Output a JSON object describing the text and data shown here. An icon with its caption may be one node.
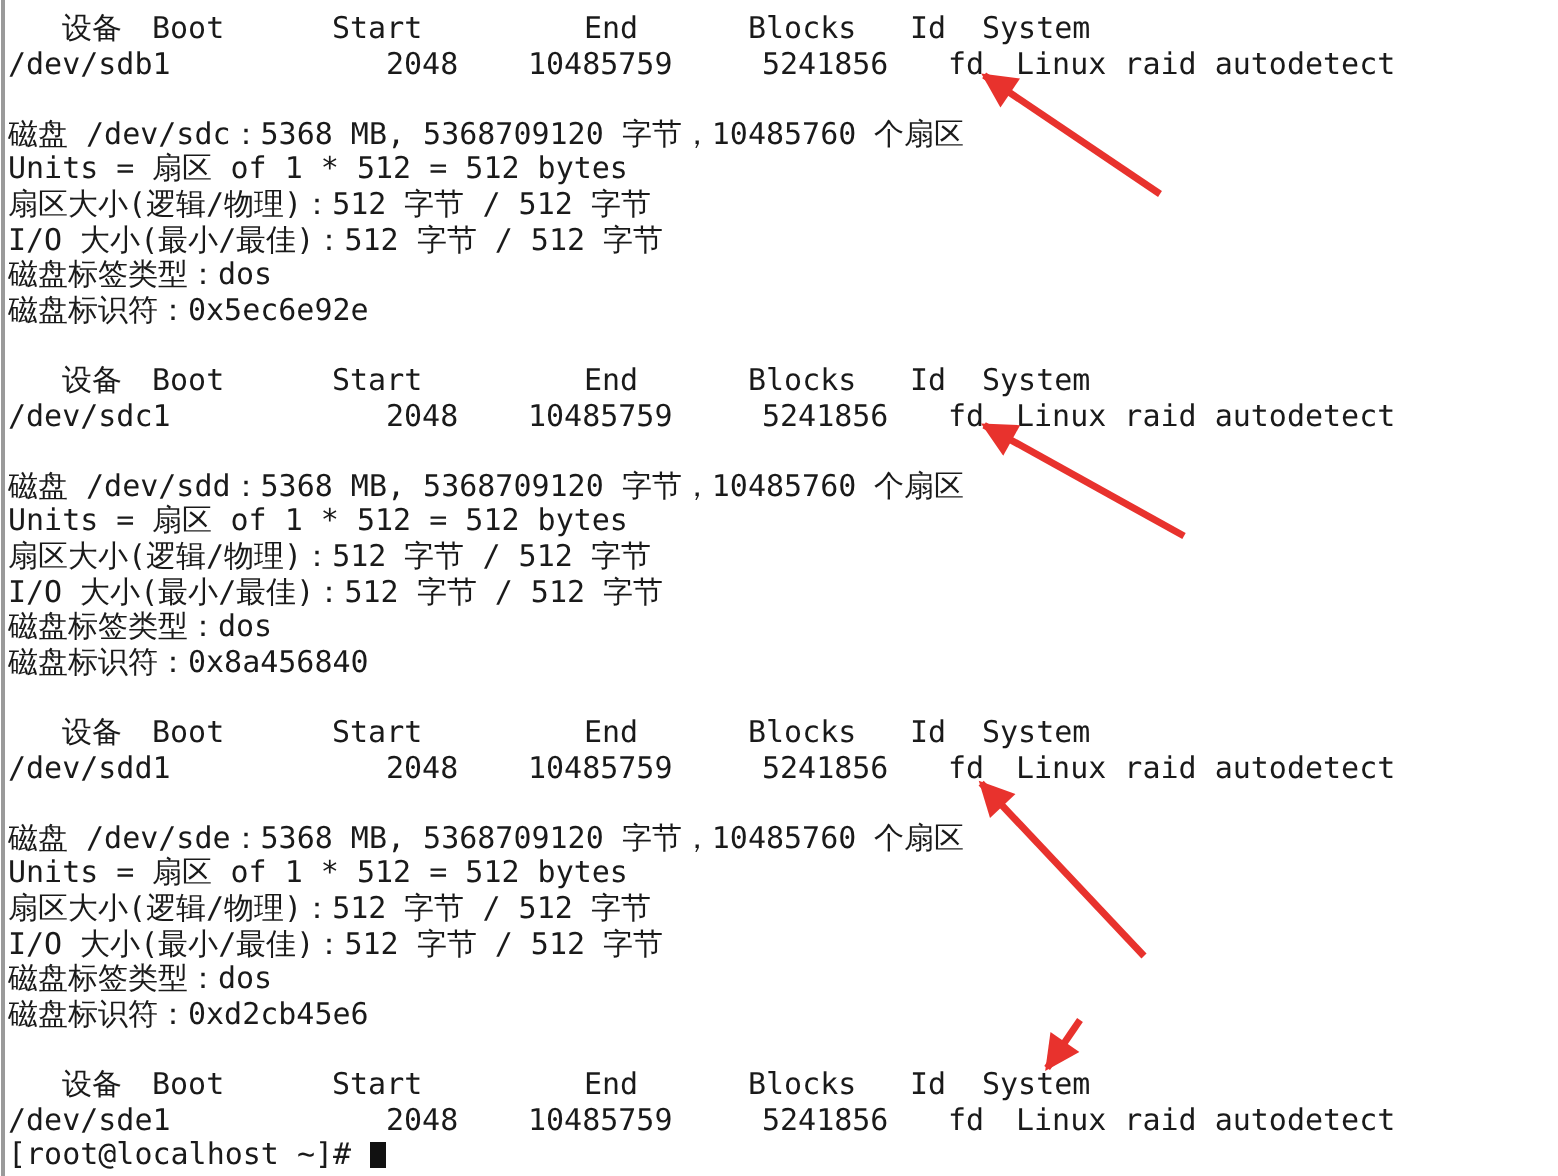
{
  "diagram": {
    "nodes": [
      {
        "text": [
          "fd"
        ]
      },
      {
        "text": [
          "fd"
        ]
      },
      {
        "text": [
          "fd"
        ]
      },
      {
        "text": [
          "System"
        ]
      }
    ],
    "edges": [
      {
        "from": null,
        "to": 0,
        "arrow": "to"
      },
      {
        "from": null,
        "to": 1,
        "arrow": "to"
      },
      {
        "from": null,
        "to": 2,
        "arrow": "to"
      },
      {
        "from": null,
        "to": 3,
        "arrow": "to"
      }
    ],
    "labels": [
      "设备",
      "Boot",
      "Start",
      "End",
      "Blocks",
      "Id",
      "System",
      "/dev/sdb1",
      "2048",
      "10485759",
      "5241856",
      "Linux raid autodetect",
      "磁盘 /dev/sdc：5368 MB, 5368709120 字节，10485760 个扇区",
      "Units = 扇区 of 1 * 512 = 512 bytes",
      "扇区大小(逻辑/物理)：512 字节 / 512 字节",
      "I/O 大小(最小/最佳)：512 字节 / 512 字节",
      "磁盘标签类型：dos",
      "磁盘标识符：0x5ec6e92e",
      "设备",
      "Boot",
      "Start",
      "End",
      "Blocks",
      "Id",
      "System",
      "/dev/sdc1",
      "2048",
      "10485759",
      "5241856",
      "Linux raid autodetect",
      "磁盘 /dev/sdd：5368 MB, 5368709120 字节，10485760 个扇区",
      "Units = 扇区 of 1 * 512 = 512 bytes",
      "扇区大小(逻辑/物理)：512 字节 / 512 字节",
      "I/O 大小(最小/最佳)：512 字节 / 512 字节",
      "磁盘标签类型：dos",
      "磁盘标识符：0x8a456840",
      "设备",
      "Boot",
      "Start",
      "End",
      "Blocks",
      "Id",
      "System",
      "/dev/sdd1",
      "2048",
      "10485759",
      "5241856",
      "Linux raid autodetect",
      "磁盘 /dev/sde：5368 MB, 5368709120 字节，10485760 个扇区",
      "Units = 扇区 of 1 * 512 = 512 bytes",
      "扇区大小(逻辑/物理)：512 字节 / 512 字节",
      "I/O 大小(最小/最佳)：512 字节 / 512 字节",
      "磁盘标签类型：dos",
      "磁盘标识符：0xd2cb45e6",
      "设备",
      "Boot",
      "Start",
      "End",
      "Blocks",
      "Id",
      "/dev/sde1",
      "2048",
      "10485759",
      "5241856",
      "fd",
      "Linux raid autodetect",
      "[root@localhost ~]#"
    ]
  }
}
